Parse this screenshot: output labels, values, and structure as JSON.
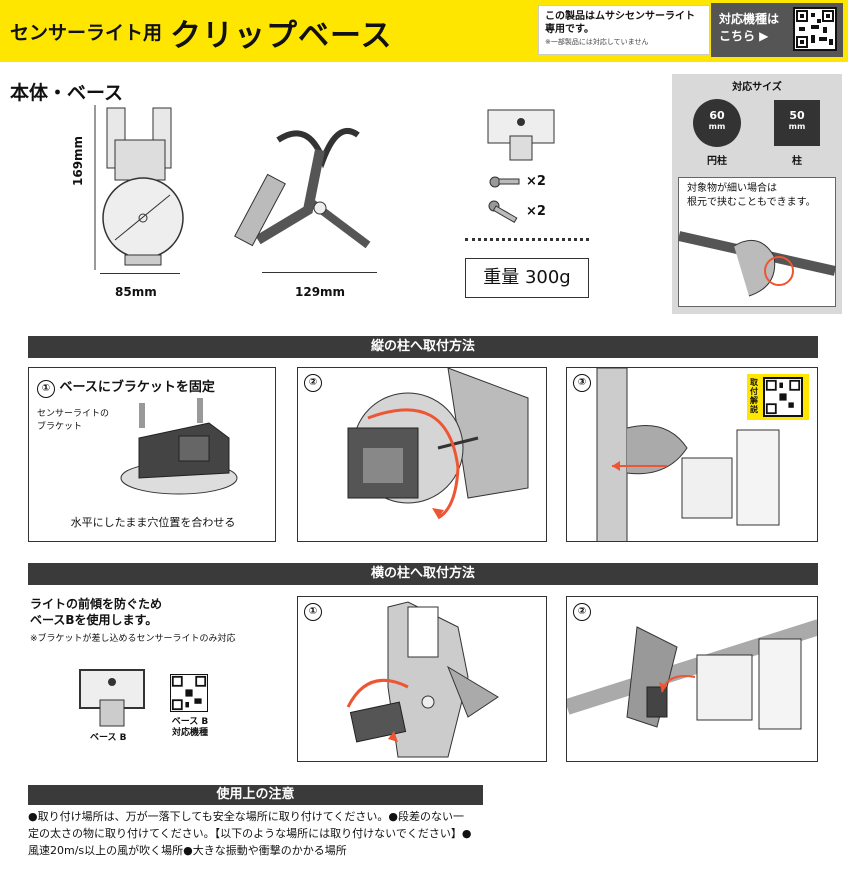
{
  "header": {
    "subtitle": "センサーライト用",
    "title": "クリップベース",
    "notice_line1": "この製品はムサシセンサーライト",
    "notice_line2": "専用です。",
    "notice_small": "※一部製品には対応していません",
    "compat_line1": "対応機種は",
    "compat_line2": "こちら ▶"
  },
  "body_section": {
    "title": "本体・ベース",
    "height_dim": "169mm",
    "width_dim": "85mm",
    "length_dim": "129mm",
    "screw_qty_1": "×2",
    "screw_qty_2": "×2",
    "weight": "重量 300g"
  },
  "sizes": {
    "title": "対応サイズ",
    "round_value": "60",
    "round_unit": "mm",
    "round_label": "円柱",
    "square_value": "50",
    "square_unit": "mm",
    "square_label": "柱",
    "thin_note_1": "対象物が細い場合は",
    "thin_note_2": "根元で挟むこともできます。"
  },
  "vertical": {
    "bar_title": "縦の柱へ取付方法",
    "step1_num": "①",
    "step1_title": "ベースにブラケットを固定",
    "step1_label_1": "センサーライトの",
    "step1_label_2": "ブラケット",
    "step1_caption": "水平にしたまま穴位置を合わせる",
    "step2_num": "②",
    "step3_num": "③",
    "step3_qr_label": "取付解説"
  },
  "horizontal": {
    "bar_title": "横の柱へ取付方法",
    "intro_1": "ライトの前傾を防ぐため",
    "intro_2": "ベースBを使用します。",
    "intro_note": "※ブラケットが差し込めるセンサーライトのみ対応",
    "base_b_label": "ベース B",
    "base_b_qr_label_1": "ベース B",
    "base_b_qr_label_2": "対応機種",
    "step1_num": "①",
    "step2_num": "②"
  },
  "caution": {
    "title": "使用上の注意",
    "line1": "●取り付け場所は、万が一落下しても安全な場所に取り付けてください。●段差のない一",
    "line2": "定の太さの物に取り付けてください。【以下のような場所には取り付けないでください】●",
    "line3": "風速20m/s以上の風が吹く場所●大きな振動や衝撃のかかる場所"
  }
}
